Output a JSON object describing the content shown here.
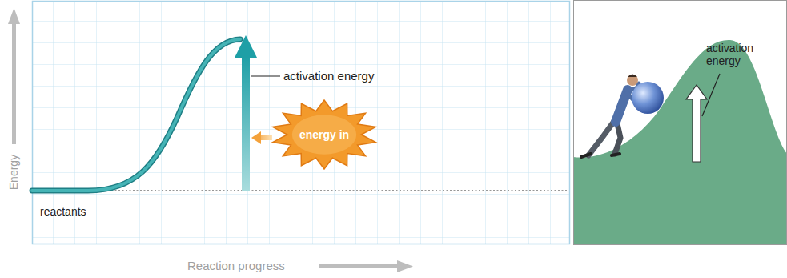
{
  "diagram": {
    "nodes": [
      {
        "text": [
          "energy in"
        ]
      }
    ],
    "labels": [
      "Energy",
      "activation energy",
      "reactants",
      "Reaction progress",
      "activation energy"
    ]
  }
}
